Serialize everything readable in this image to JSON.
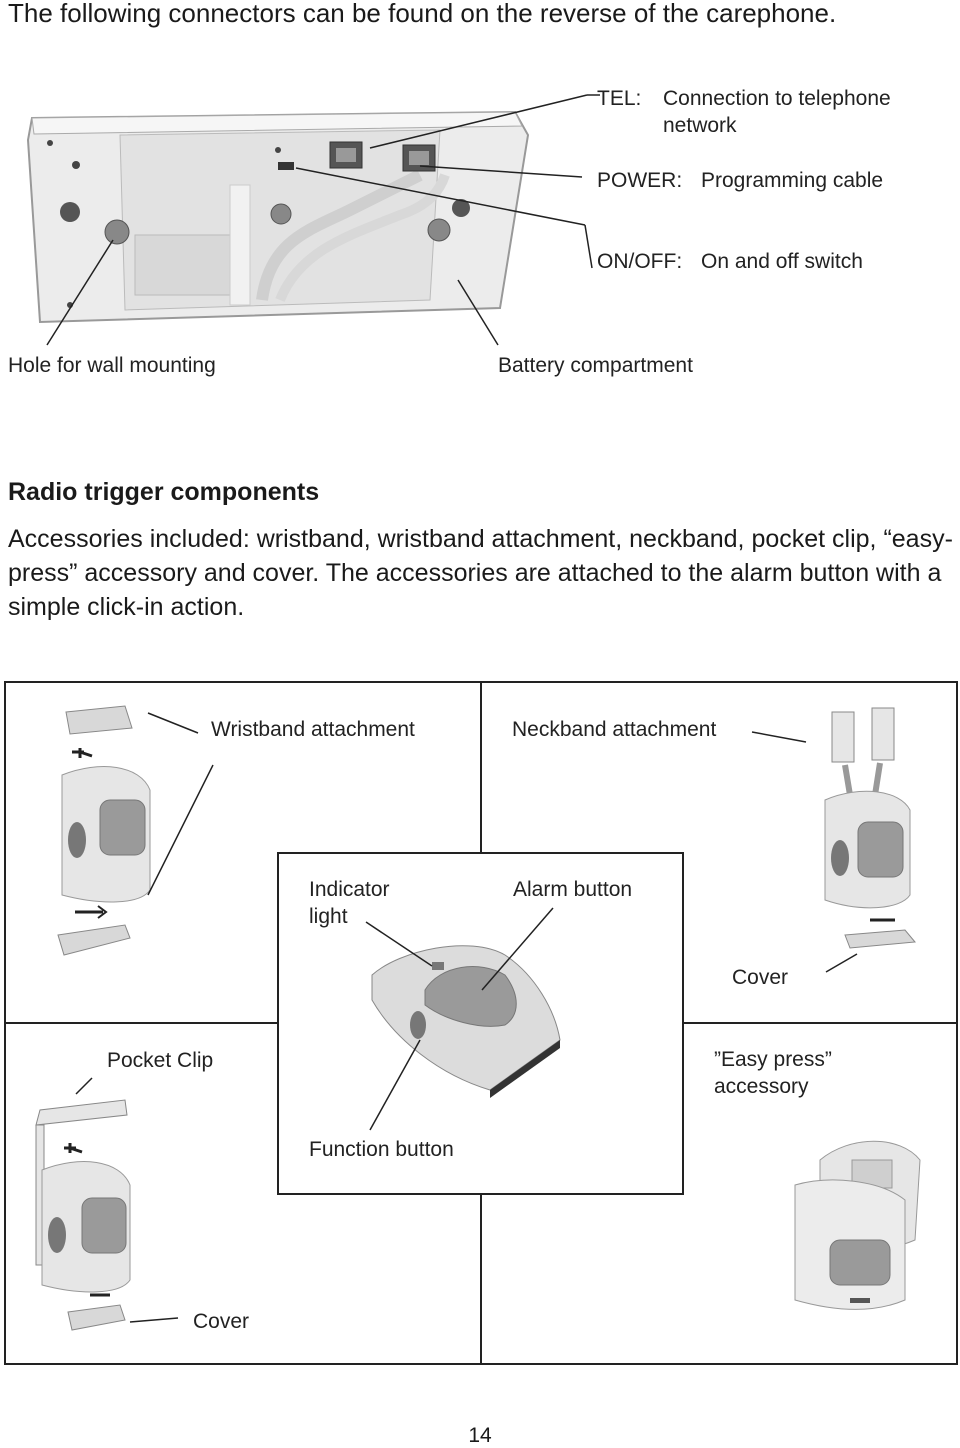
{
  "intro": "The following connectors can be found on the reverse of the carephone.",
  "connectors": [
    {
      "key": "TEL:",
      "desc_line1": "Connection to telephone",
      "desc_line2": "network"
    },
    {
      "key": "POWER:",
      "desc_line1": "Programming cable"
    },
    {
      "key": "ON/OFF:",
      "desc_line1": "On and off switch"
    }
  ],
  "base_labels": {
    "hole": "Hole for wall mounting",
    "battery": "Battery compartment"
  },
  "section": {
    "heading": "Radio trigger components",
    "paragraph": "Accessories included: wristband, wristband attachment, neckband, pocket clip, “easy-press” accessory and cover. The accessories are attached to the alarm button with a simple click-in action."
  },
  "diagram": {
    "wristband_attachment": "Wristband attachment",
    "neckband_attachment": "Neckband attachment",
    "indicator_light_1": "Indicator",
    "indicator_light_2": "light",
    "alarm_button": "Alarm button",
    "cover_right": "Cover",
    "pocket_clip": "Pocket Clip",
    "easy_press_1": "”Easy press”",
    "easy_press_2": "accessory",
    "function_button": "Function button",
    "cover_bottom": "Cover"
  },
  "page_number": "14"
}
